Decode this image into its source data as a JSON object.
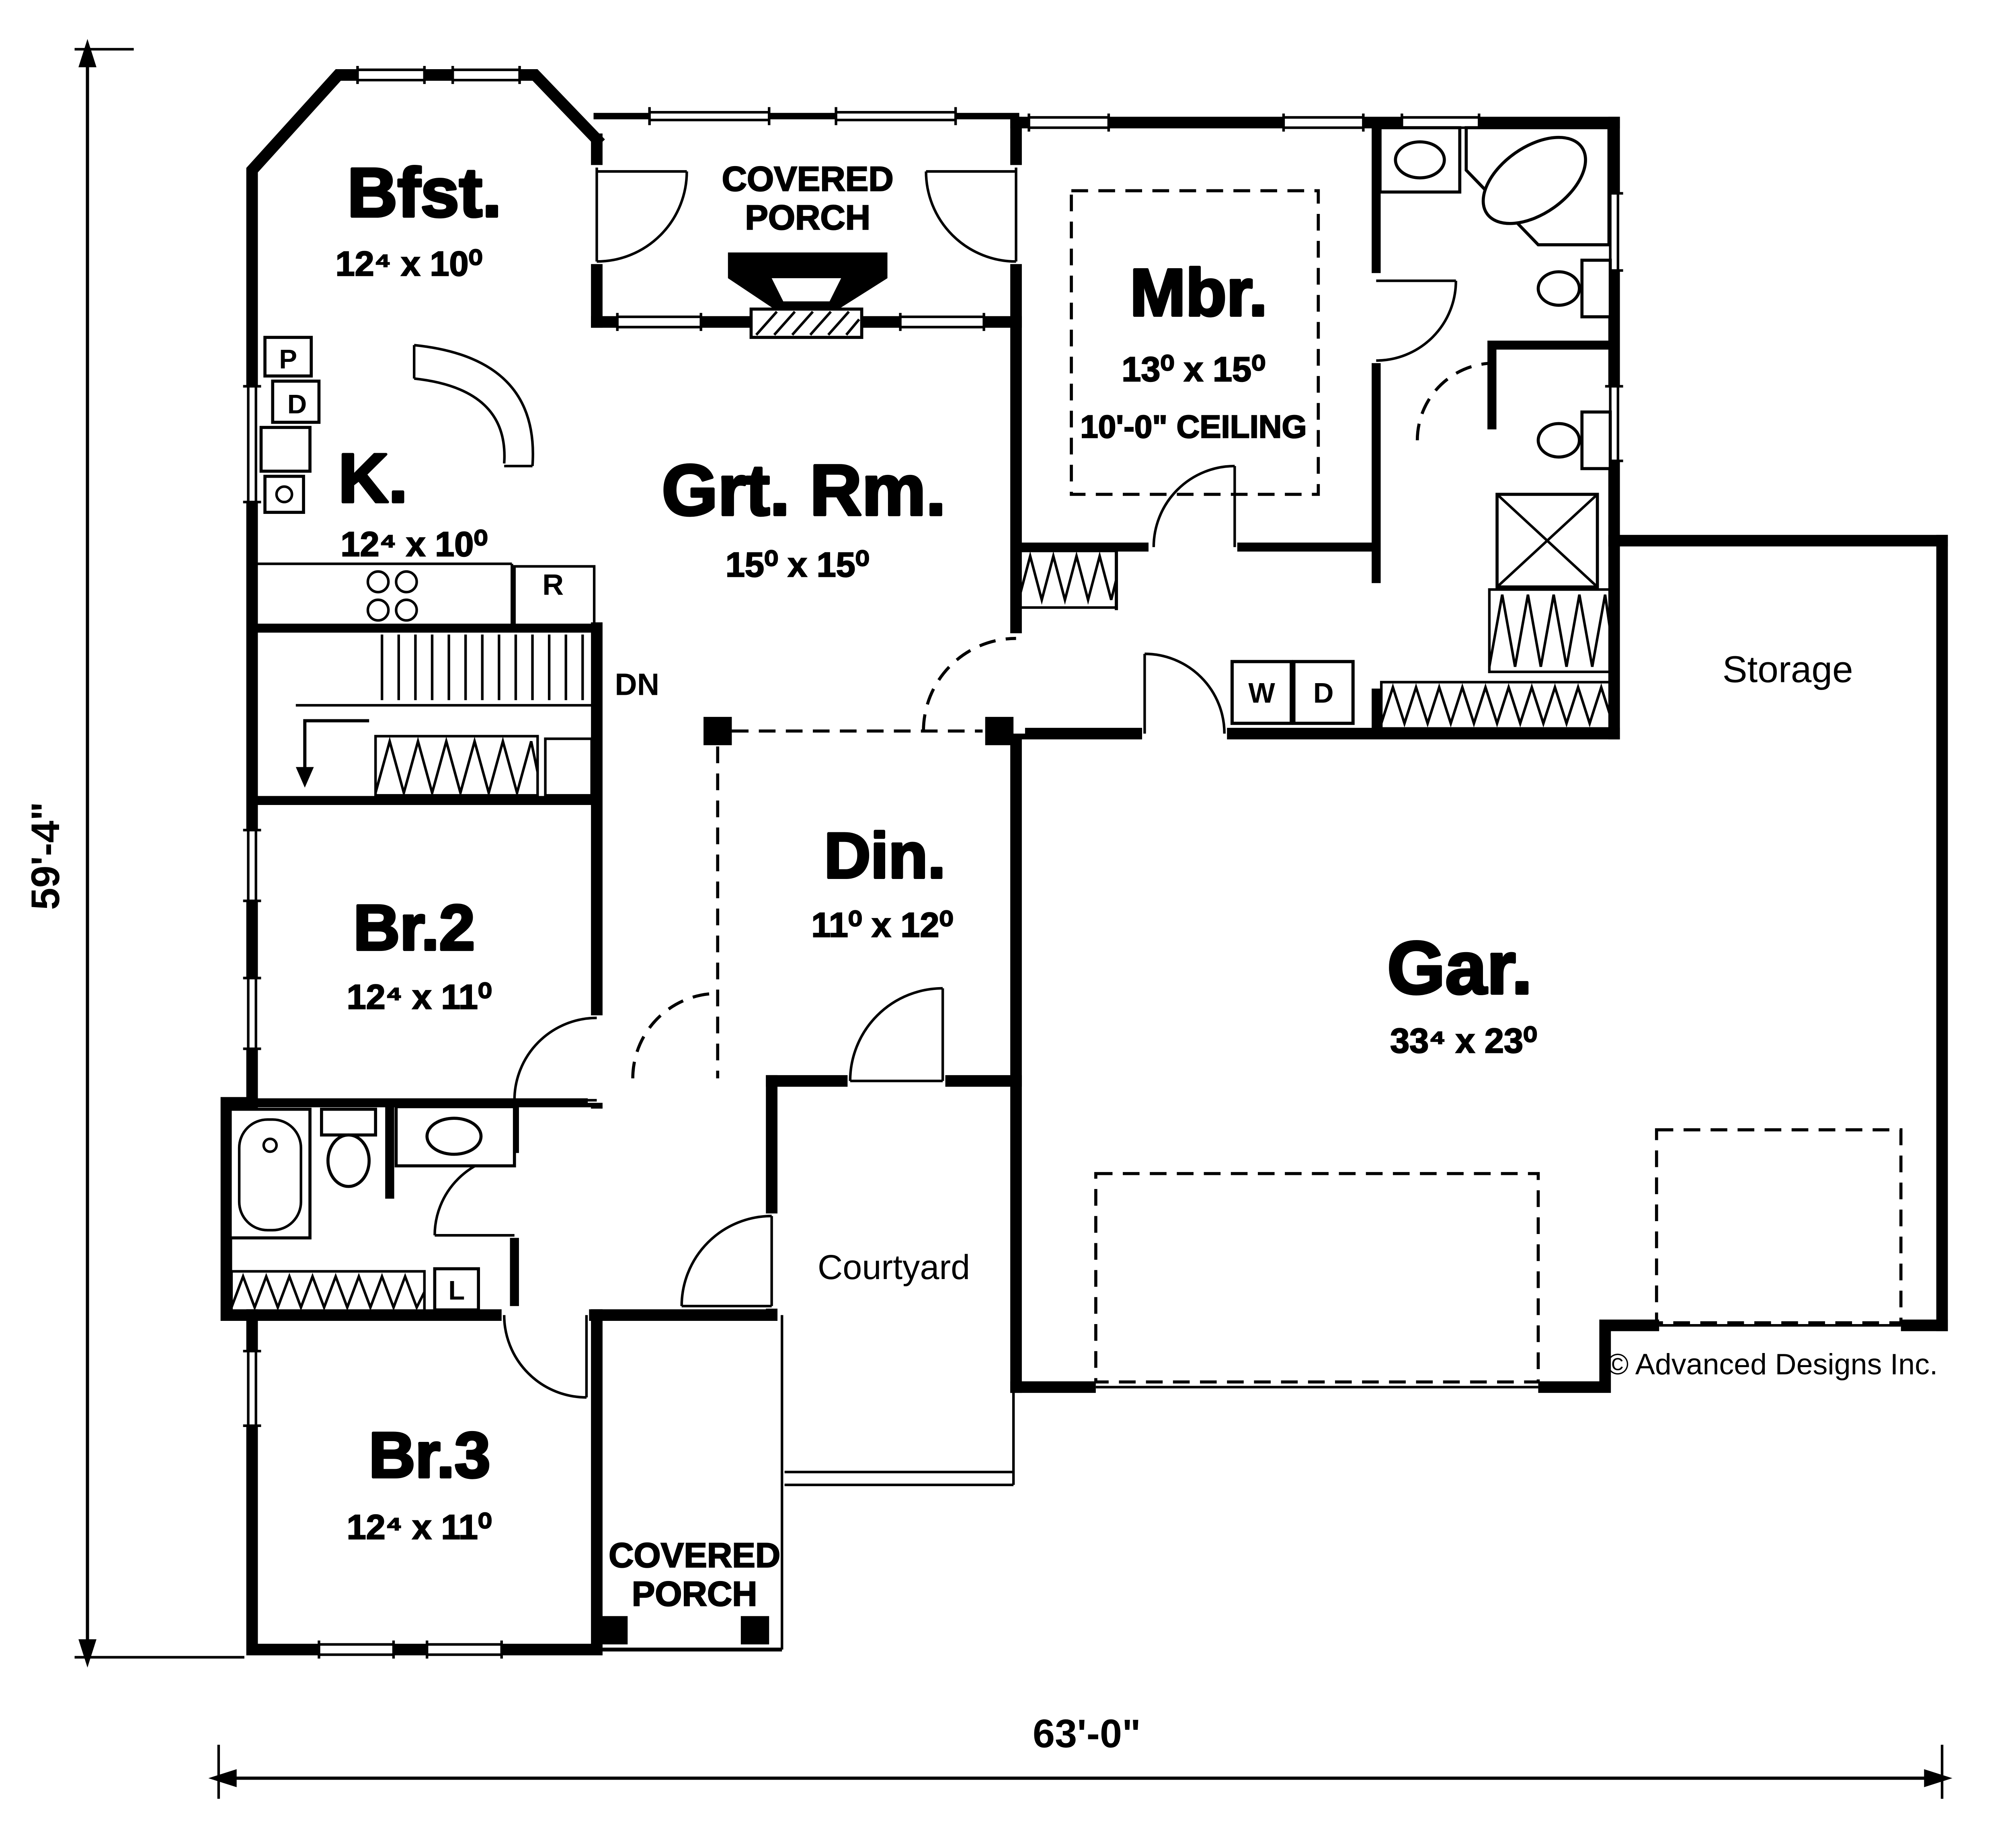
{
  "rooms": {
    "bfst": {
      "name": "Bfst.",
      "dims": "12⁴ x 10⁰"
    },
    "kitchen": {
      "name": "K.",
      "dims": "12⁴ x 10⁰"
    },
    "great_room": {
      "name": "Grt. Rm.",
      "dims": "15⁰ x 15⁰"
    },
    "master_bedroom": {
      "name": "Mbr.",
      "dims": "13⁰ x 15⁰",
      "ceiling": "10'-0\" CEILING"
    },
    "dining": {
      "name": "Din.",
      "dims": "11⁰ x 12⁰"
    },
    "garage": {
      "name": "Gar.",
      "dims": "33⁴ x 23⁰"
    },
    "bedroom2": {
      "name": "Br.2",
      "dims": "12⁴ x 11⁰"
    },
    "bedroom3": {
      "name": "Br.3",
      "dims": "12⁴ x 11⁰"
    },
    "storage": {
      "name": "Storage"
    },
    "courtyard": {
      "name": "Courtyard"
    },
    "porch_top": {
      "line1": "COVERED",
      "line2": "PORCH"
    },
    "porch_bottom": {
      "line1": "COVERED",
      "line2": "PORCH"
    }
  },
  "annotations": {
    "down": "DN",
    "range": "R",
    "pantry": "P",
    "desk": "D",
    "washer": "W",
    "dryer": "D",
    "linen": "L"
  },
  "dimensions": {
    "height": "59'-4\"",
    "width": "63'-0\""
  },
  "credit": "© Advanced Designs Inc."
}
